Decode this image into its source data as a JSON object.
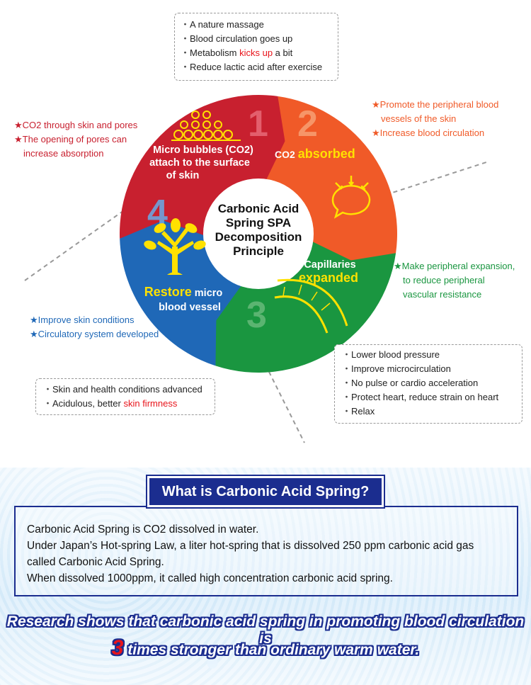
{
  "colors": {
    "segment1": "#c8202f",
    "segment2": "#f05a28",
    "segment3": "#1a9640",
    "segment4": "#1f68b7",
    "accent_yellow": "#ffe100",
    "highlight_red": "#e8141b",
    "navy": "#1b2d8f"
  },
  "center": {
    "line1": "Carbonic Acid",
    "line2": "Spring SPA",
    "line3": "Decomposition",
    "line4": "Principle"
  },
  "segments": {
    "s1": {
      "number": "1",
      "line1": "Micro bubbles (CO2)",
      "line2": "attach to the surface",
      "line3": "of skin",
      "icon": "bubbles-icon"
    },
    "s2": {
      "number": "2",
      "prefix": "CO2 ",
      "highlight": "absorbed",
      "icon": "absorb-bubble-icon"
    },
    "s3": {
      "number": "3",
      "line1": "Capillaries",
      "highlight": "expanded",
      "icon": "expanded-vessel-icon"
    },
    "s4": {
      "number": "4",
      "highlight": "Restore",
      "line1_rest": " micro",
      "line2": "blood vessel",
      "icon": "tree-icon"
    }
  },
  "boxes": {
    "top": {
      "items": [
        {
          "pre": "A nature massage",
          "hl": "",
          "post": ""
        },
        {
          "pre": "Blood circulation goes up",
          "hl": "",
          "post": ""
        },
        {
          "pre": "Metabolism ",
          "hl": "kicks up",
          "post": " a bit"
        },
        {
          "pre": "Reduce lactic acid after exercise",
          "hl": "",
          "post": ""
        }
      ]
    },
    "bottom_right": {
      "items": [
        "Lower blood pressure",
        "Improve microcirculation",
        "No pulse or cardio acceleration",
        "Protect heart, reduce strain on heart",
        "Relax"
      ]
    },
    "bottom_left": {
      "items": [
        {
          "pre": "Skin and health conditions advanced",
          "hl": ""
        },
        {
          "pre": "Acidulous, better ",
          "hl": "skin firmness"
        }
      ]
    }
  },
  "side_notes": {
    "left_top": {
      "items": [
        "CO2 through skin and pores",
        "The opening of pores can"
      ],
      "continuation": "increase absorption"
    },
    "right_top": {
      "items": [
        "Promote the peripheral blood",
        "Increase blood circulation"
      ],
      "continuation": "vessels of the skin"
    },
    "right_mid": {
      "items": [
        "Make peripheral expansion,"
      ],
      "continuation1": "to reduce peripheral",
      "continuation2": "vascular resistance"
    },
    "left_bottom": {
      "items": [
        "Improve skin conditions",
        "Circulatory system developed"
      ]
    }
  },
  "info": {
    "title": "What is Carbonic Acid Spring?",
    "lines": [
      "Carbonic Acid Spring is CO2 dissolved in water.",
      "Under Japan’s Hot-spring Law, a liter hot-spring that is dissolved 250 ppm carbonic acid gas",
      "called Carbonic Acid Spring.",
      "When dissolved 1000ppm, it called high concentration carbonic acid spring."
    ]
  },
  "banner": {
    "line1": "Research shows that carbonic acid spring in promoting blood circulation is",
    "number": "3",
    "line2_rest": " times stronger than ordinary warm water."
  }
}
